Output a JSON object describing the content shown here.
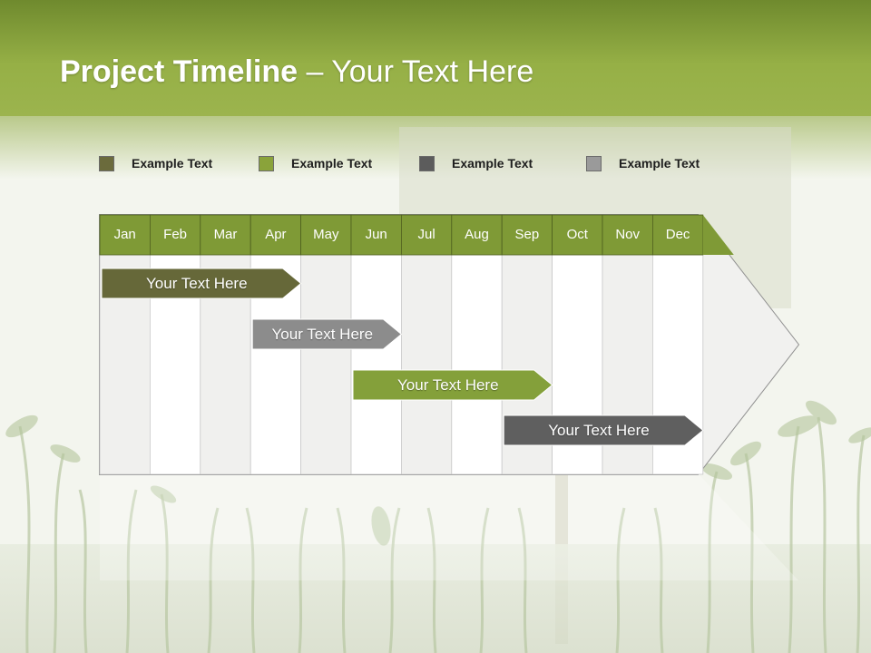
{
  "slide": {
    "title_bold": "Project Timeline",
    "title_rest": " – Your Text Here"
  },
  "legend": [
    {
      "label": "Example Text",
      "color": "#6b6b3c"
    },
    {
      "label": "Example Text",
      "color": "#8aa33a"
    },
    {
      "label": "Example Text",
      "color": "#5c5c5c"
    },
    {
      "label": "Example Text",
      "color": "#9a9a9a"
    }
  ],
  "months": [
    "Jan",
    "Feb",
    "Mar",
    "Apr",
    "May",
    "Jun",
    "Jul",
    "Aug",
    "Sep",
    "Oct",
    "Nov",
    "Dec"
  ],
  "tasks": [
    {
      "label": "Your  Text Here",
      "start_month": "Jan",
      "end_month": "Apr",
      "color": "#666839"
    },
    {
      "label": "Your  Text Here",
      "start_month": "Apr",
      "end_month": "Jun",
      "color": "#8c8c8c"
    },
    {
      "label": "Your  Text Here",
      "start_month": "Jun",
      "end_month": "Sep",
      "color": "#84a03a"
    },
    {
      "label": "Your  Text Here",
      "start_month": "Sep",
      "end_month": "Dec",
      "color": "#5f5f5f"
    }
  ],
  "colors": {
    "header_green": "#7f9a36",
    "accent_green": "#9bb449"
  }
}
